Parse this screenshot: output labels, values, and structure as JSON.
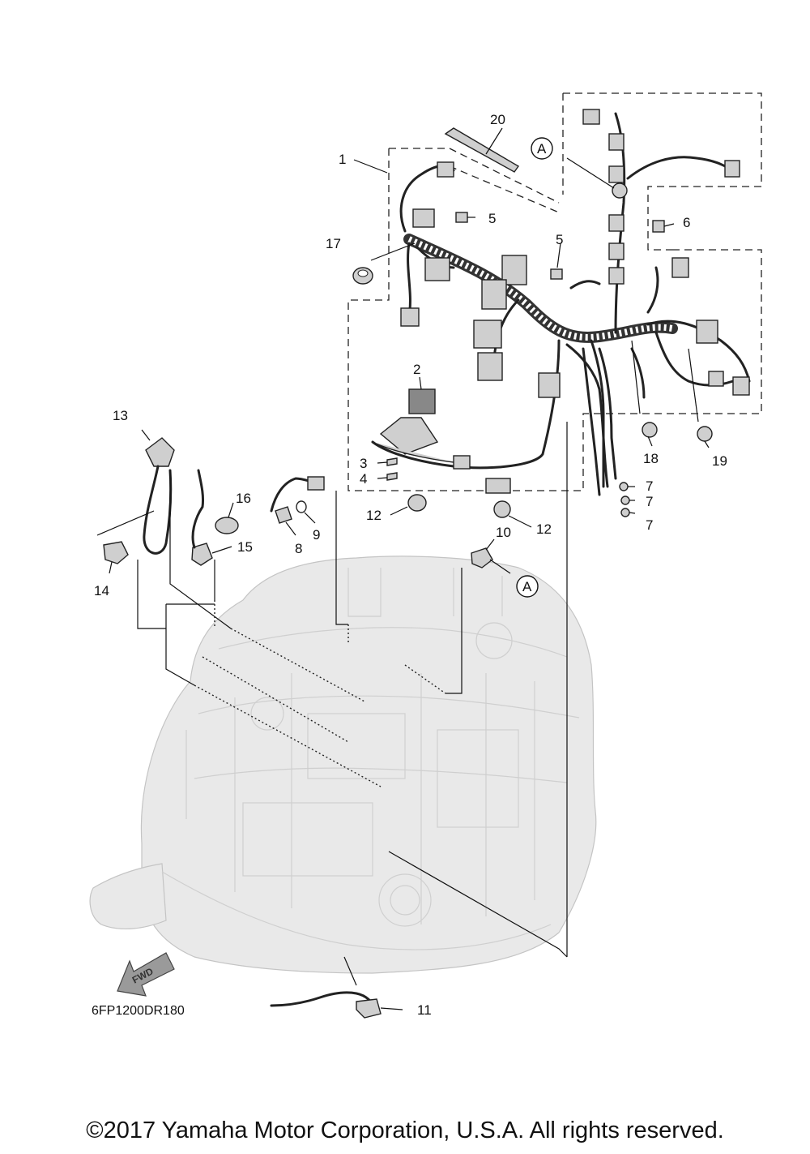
{
  "diagram": {
    "callouts": {
      "c1": "1",
      "c2": "2",
      "c3": "3",
      "c4": "4",
      "c5a": "5",
      "c5b": "5",
      "c6": "6",
      "c7a": "7",
      "c7b": "7",
      "c7c": "7",
      "c8": "8",
      "c9": "9",
      "c10": "10",
      "c11": "11",
      "c12a": "12",
      "c12b": "12",
      "c13": "13",
      "c14": "14",
      "c15": "15",
      "c16": "16",
      "c17": "17",
      "c18": "18",
      "c19": "19",
      "c20": "20"
    },
    "ref_marker_top": "A",
    "ref_marker_bottom": "A",
    "fwd_label": "FWD",
    "drawing_code": "6FP1200DR180",
    "copyright": "©2017 Yamaha Motor Corporation, U.S.A. All rights reserved."
  }
}
